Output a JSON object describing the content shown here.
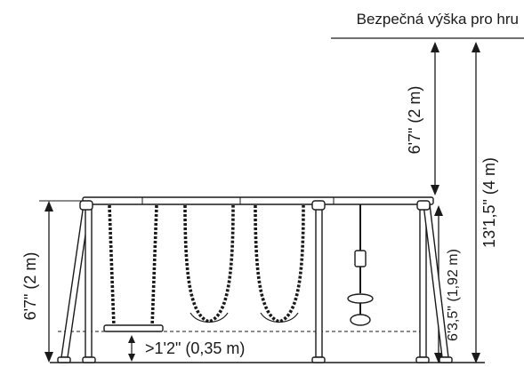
{
  "labels": {
    "safe_height": "Bezpečná výška pro hru",
    "clearance_above": "6'7\" (2 m)",
    "total_height": "13'1,5\" (4 m)",
    "frame_height_left": "6'7\" (2 m)",
    "frame_height_right": "6'3,5\" (1,92 m)",
    "ground_clearance": ">1'2\" (0,35 m)"
  },
  "colors": {
    "line": "#1a1a1a",
    "background": "#ffffff"
  }
}
